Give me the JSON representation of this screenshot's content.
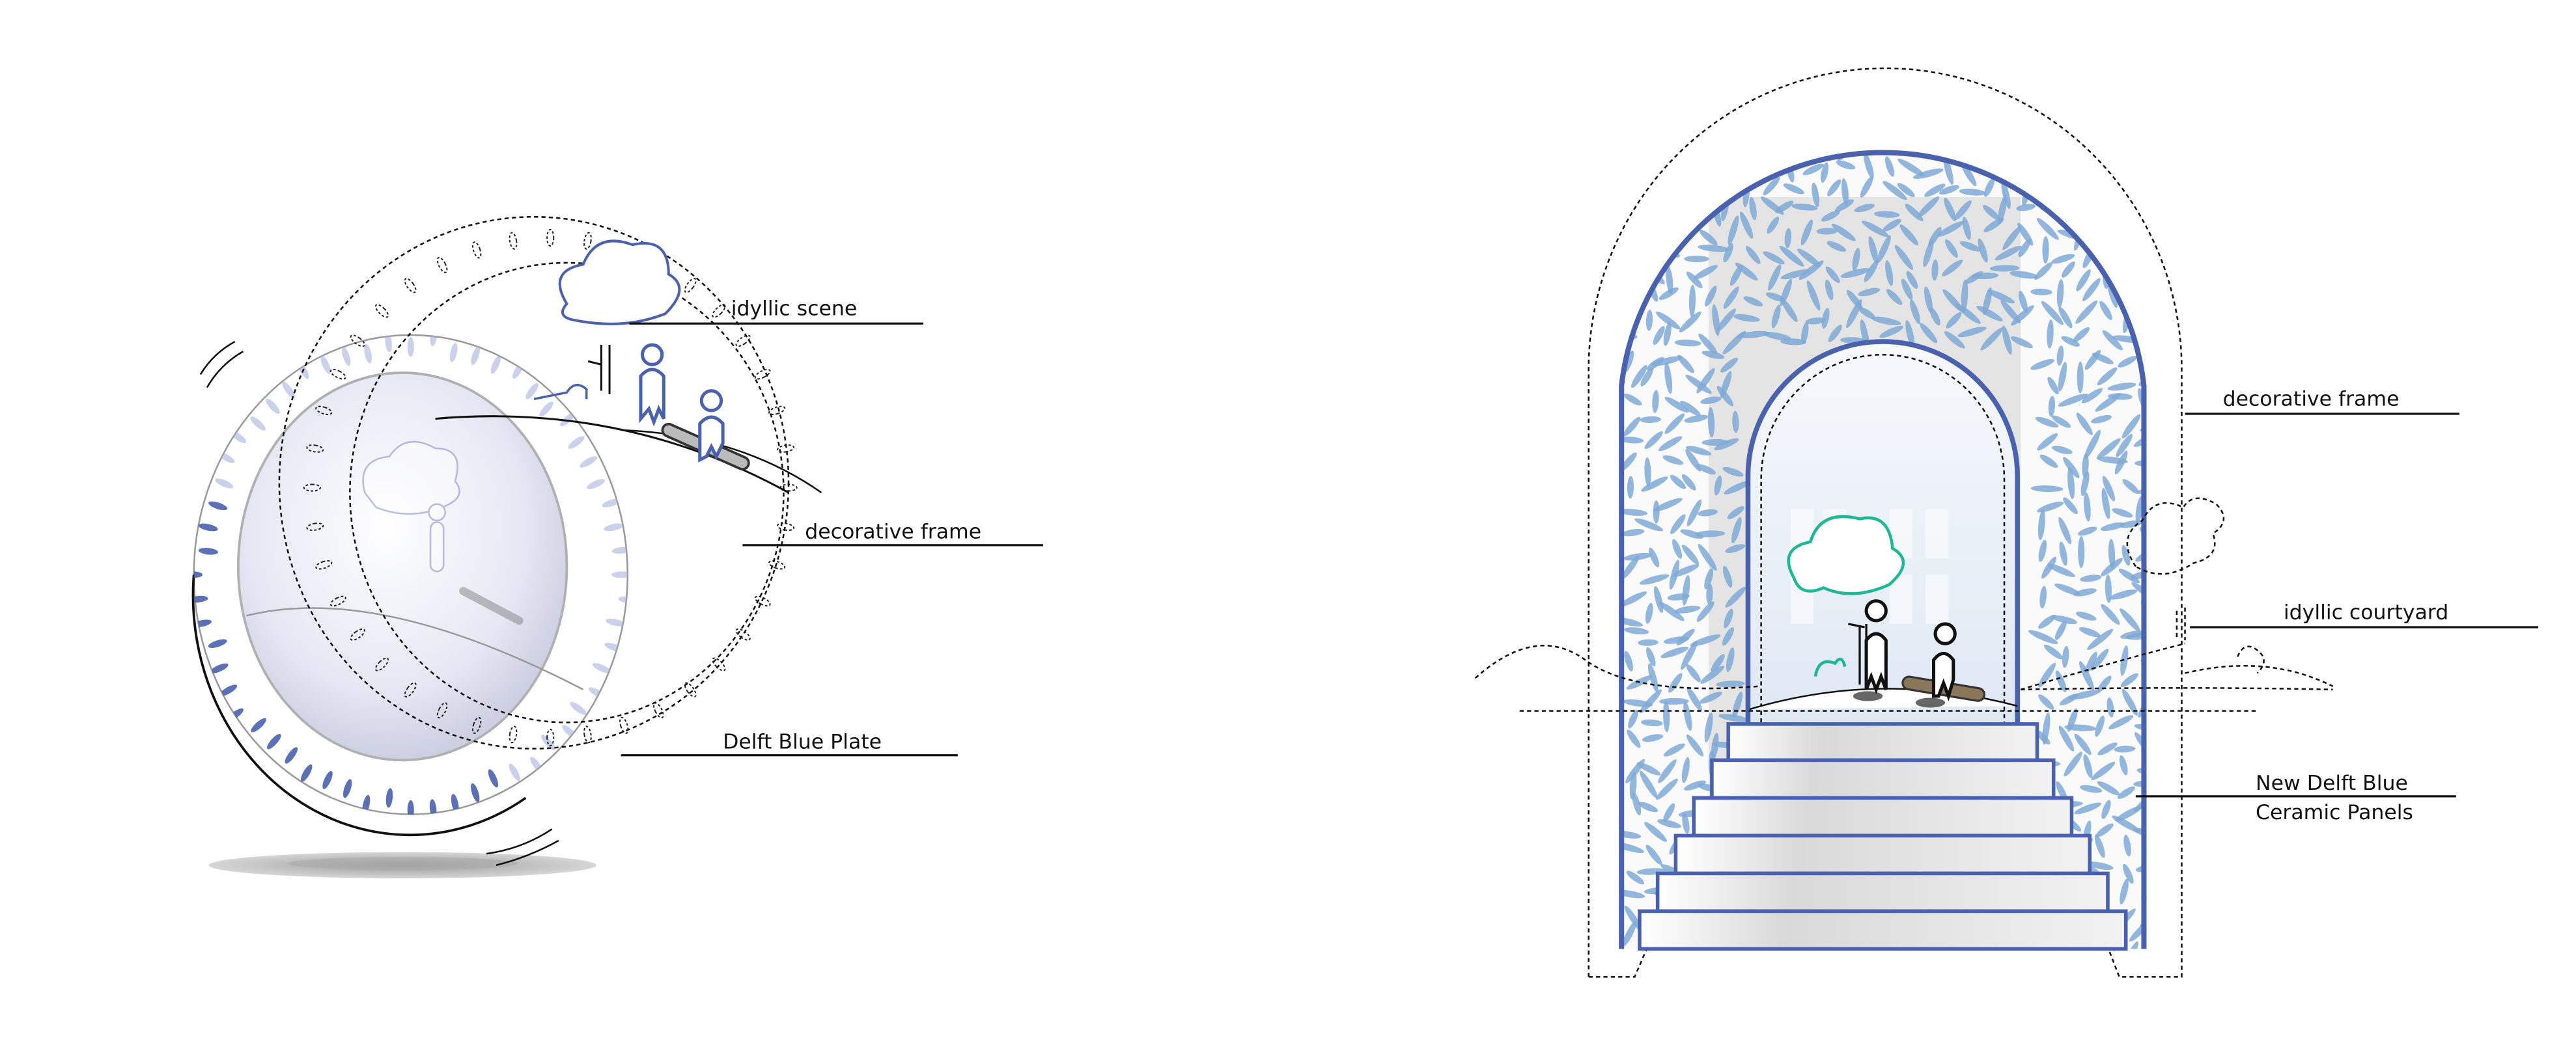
{
  "left_diagram": {
    "labels": {
      "idyllic_scene": "idyllic scene",
      "decorative_frame": "decorative frame",
      "delft_blue_plate": "Delft Blue Plate"
    }
  },
  "right_diagram": {
    "labels": {
      "decorative_frame": "decorative frame",
      "idyllic_courtyard": "idyllic courtyard",
      "ceramic_panels_line1": "New Delft Blue",
      "ceramic_panels_line2": "Ceramic Panels"
    }
  },
  "colors": {
    "delft_blue": "#4a62ad",
    "panel_blue": "#7fa9d6",
    "tree_green": "#1fb795",
    "log_brown": "#8a7658"
  }
}
